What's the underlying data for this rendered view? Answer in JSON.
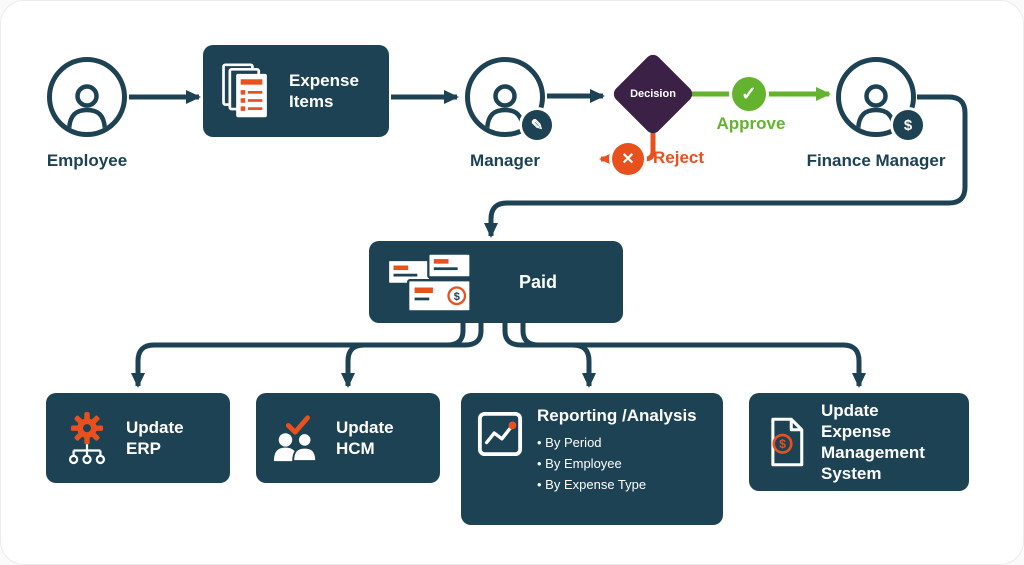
{
  "nodes": {
    "employee": {
      "label": "Employee"
    },
    "expense_items": {
      "label": "Expense Items"
    },
    "manager": {
      "label": "Manager"
    },
    "decision": {
      "label": "Decision"
    },
    "approve": {
      "label": "Approve"
    },
    "reject": {
      "label": "Reject"
    },
    "finance_manager": {
      "label": "Finance Manager"
    },
    "paid": {
      "label": "Paid"
    }
  },
  "outputs": [
    {
      "label": "Update ERP"
    },
    {
      "label": "Update HCM"
    },
    {
      "label": "Reporting /Analysis",
      "bullets": [
        "By Period",
        "By Employee",
        "By Expense Type"
      ]
    },
    {
      "label": "Update Expense Management System"
    }
  ],
  "glyphs": {
    "pencil": "✎",
    "dollar": "$",
    "check": "✓",
    "cross": "✕"
  },
  "icons": {
    "employee": "person-icon",
    "expense_items": "documents-icon",
    "manager_badge": "pencil-icon",
    "approve_badge": "check-icon",
    "reject_badge": "cross-icon",
    "finance_manager_badge": "dollar-icon",
    "paid": "payment-cards-icon",
    "erp": "gear-network-icon",
    "hcm": "people-check-icon",
    "reporting": "line-chart-icon",
    "ems": "document-dollar-icon"
  },
  "colors": {
    "navy": "#1C4254",
    "orange": "#E8511D",
    "green": "#63B32E",
    "purple": "#3A2145",
    "white": "#FFFFFF"
  }
}
